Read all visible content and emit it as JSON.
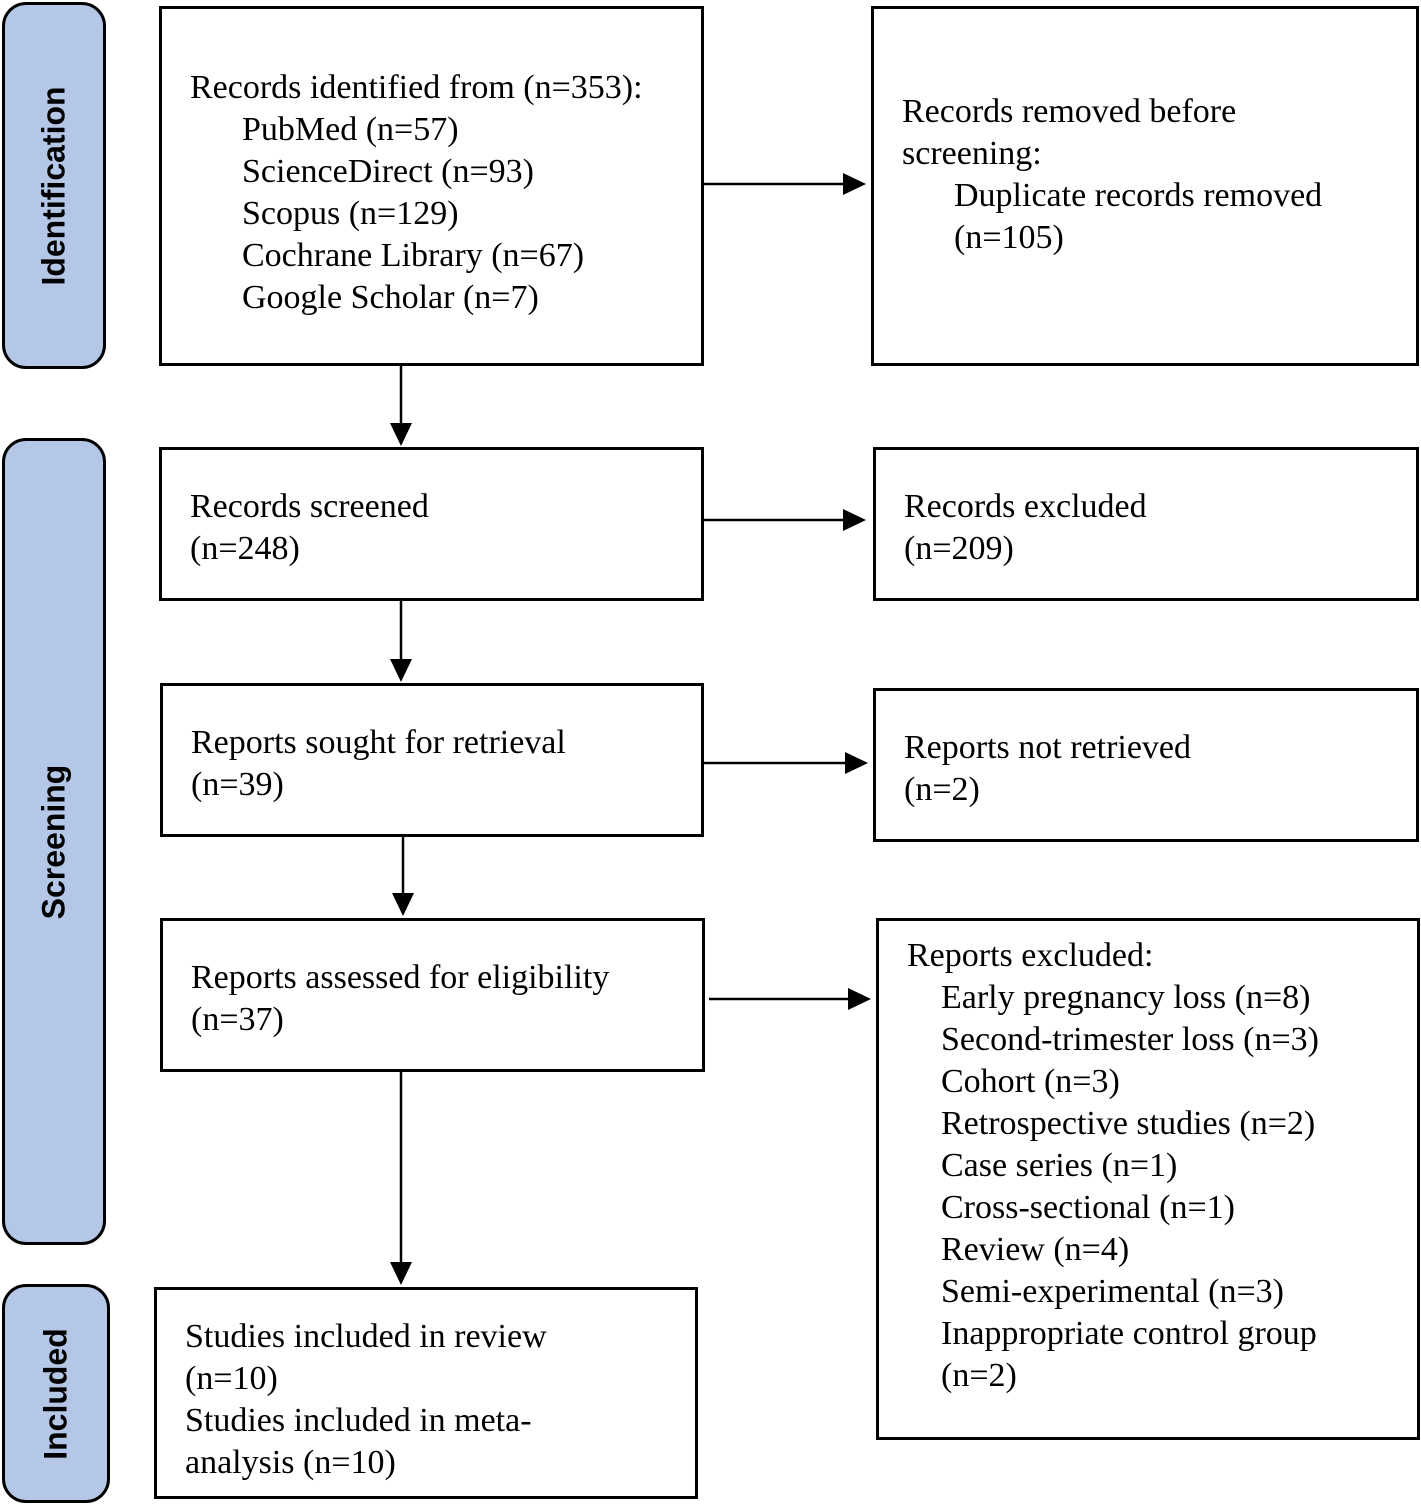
{
  "phases": {
    "identification": "Identification",
    "screening": "Screening",
    "included": "Included"
  },
  "identified": {
    "heading": "Records identified from (n=353):",
    "sources": [
      "PubMed (n=57)",
      "ScienceDirect (n=93)",
      "Scopus (n=129)",
      "Cochrane Library (n=67)",
      "Google Scholar (n=7)"
    ]
  },
  "removed": {
    "heading_1": "Records removed before",
    "heading_2": "screening:",
    "detail_1": "Duplicate records removed",
    "detail_2": "(n=105)"
  },
  "screened": {
    "label": "Records screened",
    "count": "(n=248)"
  },
  "excluded_records": {
    "label": "Records excluded",
    "count": "(n=209)"
  },
  "sought": {
    "label": "Reports sought for retrieval",
    "count": "(n=39)"
  },
  "not_retrieved": {
    "label": "Reports not retrieved",
    "count": "(n=2)"
  },
  "assessed": {
    "label": "Reports assessed for eligibility",
    "count": "(n=37)"
  },
  "reports_excluded": {
    "heading": "Reports excluded:",
    "reasons": [
      "Early pregnancy loss (n=8)",
      "Second-trimester loss (n=3)",
      "Cohort (n=3)",
      "Retrospective studies (n=2)",
      "Case series (n=1)",
      "Cross-sectional (n=1)",
      "Review (n=4)",
      "Semi-experimental (n=3)",
      "Inappropriate control group",
      "(n=2)"
    ]
  },
  "included": {
    "lines": [
      "Studies included in review",
      "(n=10)",
      "Studies included in meta-",
      "analysis (n=10)"
    ]
  }
}
